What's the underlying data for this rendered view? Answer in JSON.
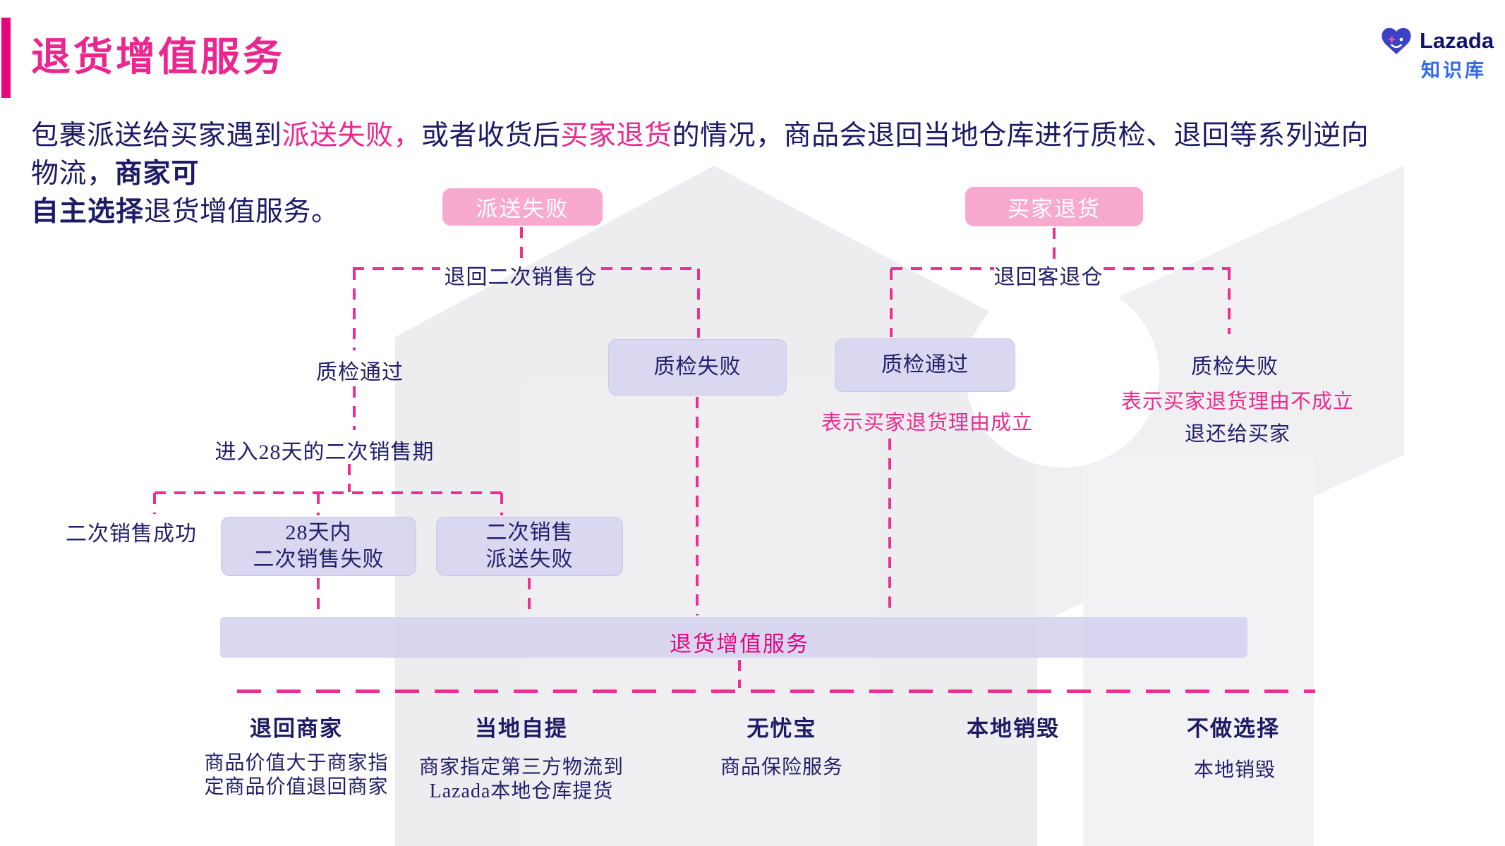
{
  "header": {
    "title": "退货增值服务"
  },
  "logo": {
    "brand": "Lazada",
    "subtitle": "知识库"
  },
  "intro": {
    "r1": "包裹派送给买家遇到",
    "r2": "派送失败，",
    "r3": "或者收货后",
    "r4": "买家退货",
    "r5": "的情况，商品会退回当地仓库进行质检、退回等系列逆向物流，",
    "r6": "商家可",
    "r7": "自主选择",
    "r8": "退货增值服务。"
  },
  "flow": {
    "delivery_failed": "派送失败",
    "buyer_return": "买家退货",
    "return_resale_warehouse": "退回二次销售仓",
    "return_customer_warehouse": "退回客退仓",
    "qc_pass_left": "质检通过",
    "qc_fail_left": "质检失败",
    "qc_pass_right": "质检通过",
    "qc_fail_right": "质检失败",
    "note_reason_valid": "表示买家退货理由成立",
    "note_reason_invalid": "表示买家退货理由不成立",
    "return_to_buyer": "退还给买家",
    "resale_period": "进入28天的二次销售期",
    "resale_success": "二次销售成功",
    "resale_fail_l1": "28天内",
    "resale_fail_l2": "二次销售失败",
    "resale_deliv_fail_l1": "二次销售",
    "resale_deliv_fail_l2": "派送失败",
    "vas_bar": "退货增值服务"
  },
  "options": [
    {
      "label": "退回商家",
      "desc1": "商品价值大于商家指",
      "desc2": "定商品价值退回商家"
    },
    {
      "label": "当地自提",
      "desc1": "商家指定第三方物流到",
      "desc2": "Lazada本地仓库提货"
    },
    {
      "label": "无忧宝",
      "desc1": "商品保险服务",
      "desc2": ""
    },
    {
      "label": "本地销毁",
      "desc1": "",
      "desc2": ""
    },
    {
      "label": "不做选择",
      "desc1": "本地销毁",
      "desc2": ""
    }
  ],
  "colors": {
    "accent_pink": "#EC2A8E",
    "deep_pink": "#E5067E",
    "navy": "#1D1A66",
    "pink_box": "#F8A9CE",
    "purple_box": "#DAD7F0",
    "bar_fill": "#D8D5F0",
    "logo_blue": "#3B41C5",
    "kb_blue": "#2E6BE6"
  }
}
